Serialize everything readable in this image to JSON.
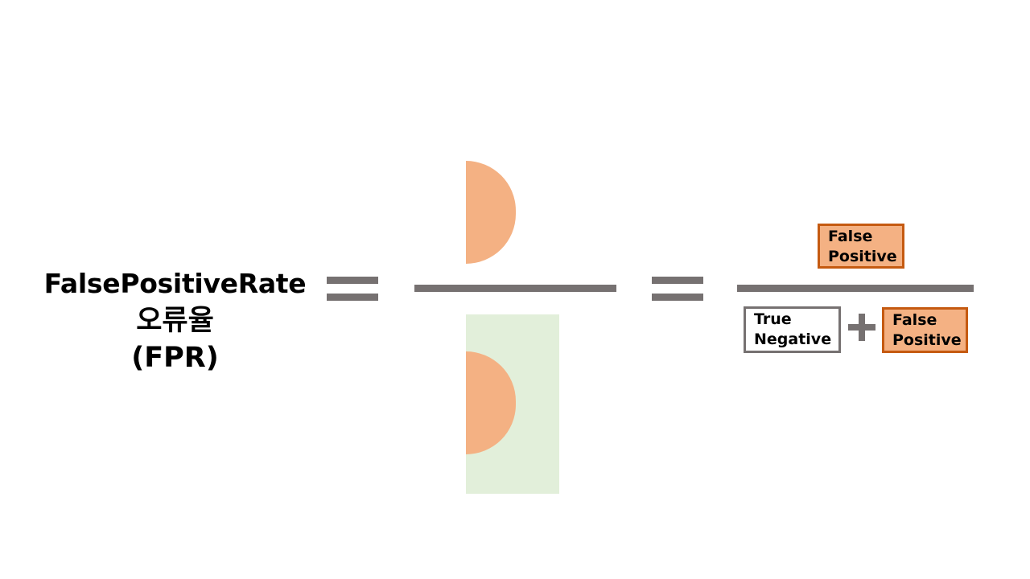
{
  "title": {
    "line1": "FalsePositiveRate",
    "line2": "오류율",
    "line3": "(FPR)"
  },
  "terms": {
    "numerator": {
      "line1": "False",
      "line2": "Positive"
    },
    "denominator_left": {
      "line1": "True",
      "line2": "Negative"
    },
    "denominator_right": {
      "line1": "False",
      "line2": "Positive"
    }
  },
  "colors": {
    "operator_gray": "#767171",
    "false_positive_fill": "#f4b183",
    "false_positive_border": "#c55a11",
    "true_negative_region": "#e2efda"
  },
  "icons": {
    "equals_1": "equals-sign",
    "equals_2": "equals-sign",
    "plus": "plus-sign"
  }
}
